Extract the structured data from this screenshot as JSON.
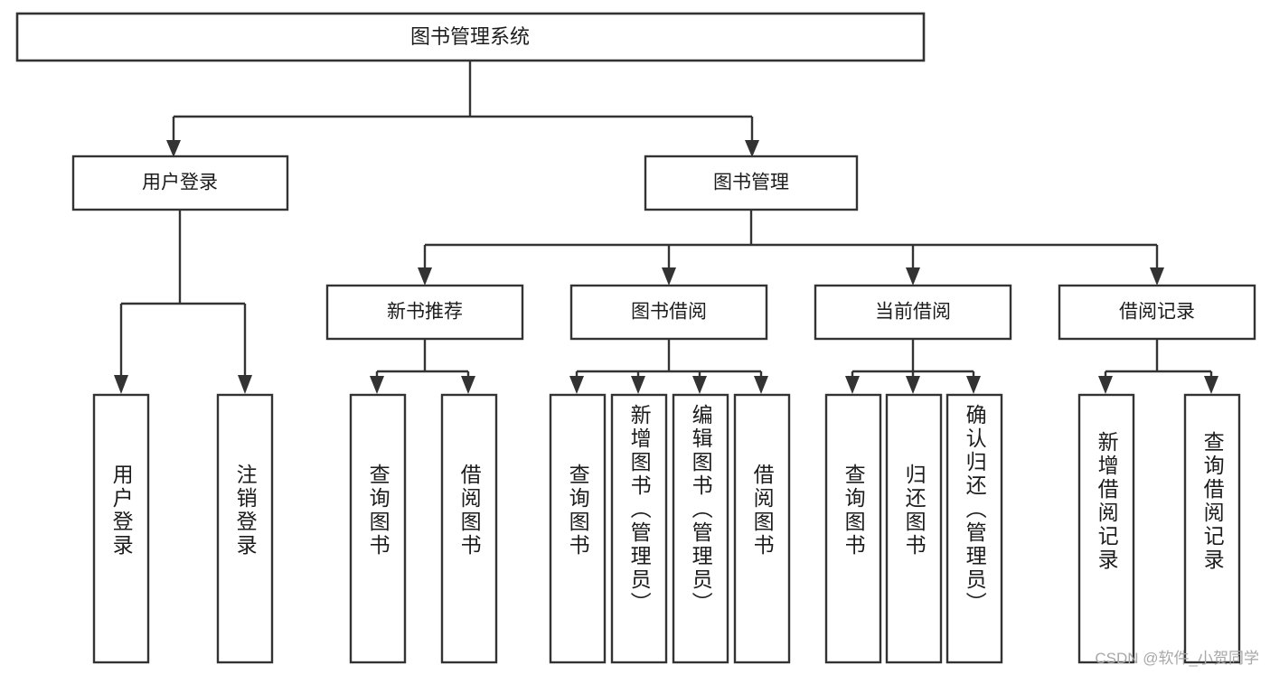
{
  "diagram": {
    "type": "tree-hierarchy",
    "title": "图书管理系统",
    "root": {
      "label": "图书管理系统"
    },
    "level1": [
      {
        "label": "用户登录"
      },
      {
        "label": "图书管理"
      }
    ],
    "level2": [
      {
        "label": "新书推荐",
        "parent": "图书管理"
      },
      {
        "label": "图书借阅",
        "parent": "图书管理"
      },
      {
        "label": "当前借阅",
        "parent": "图书管理"
      },
      {
        "label": "借阅记录",
        "parent": "图书管理"
      }
    ],
    "leaves": [
      {
        "label": "用户登录",
        "parent": "用户登录"
      },
      {
        "label": "注销登录",
        "parent": "用户登录"
      },
      {
        "label": "查询图书",
        "parent": "新书推荐"
      },
      {
        "label": "借阅图书",
        "parent": "新书推荐"
      },
      {
        "label": "查询图书",
        "parent": "图书借阅"
      },
      {
        "label": "新增图书（管理员）",
        "parent": "图书借阅"
      },
      {
        "label": "编辑图书（管理员）",
        "parent": "图书借阅"
      },
      {
        "label": "借阅图书",
        "parent": "图书借阅"
      },
      {
        "label": "查询图书",
        "parent": "当前借阅"
      },
      {
        "label": "归还图书",
        "parent": "当前借阅"
      },
      {
        "label": "确认归还（管理员）",
        "parent": "当前借阅"
      },
      {
        "label": "新增借阅记录",
        "parent": "借阅记录"
      },
      {
        "label": "查询借阅记录",
        "parent": "借阅记录"
      }
    ]
  },
  "colors": {
    "stroke": "#333333",
    "fill": "#ffffff",
    "text": "#1c1c1c",
    "watermark": "#a8a8a8"
  },
  "watermark": {
    "text": "CSDN @软件_小贺同学"
  }
}
